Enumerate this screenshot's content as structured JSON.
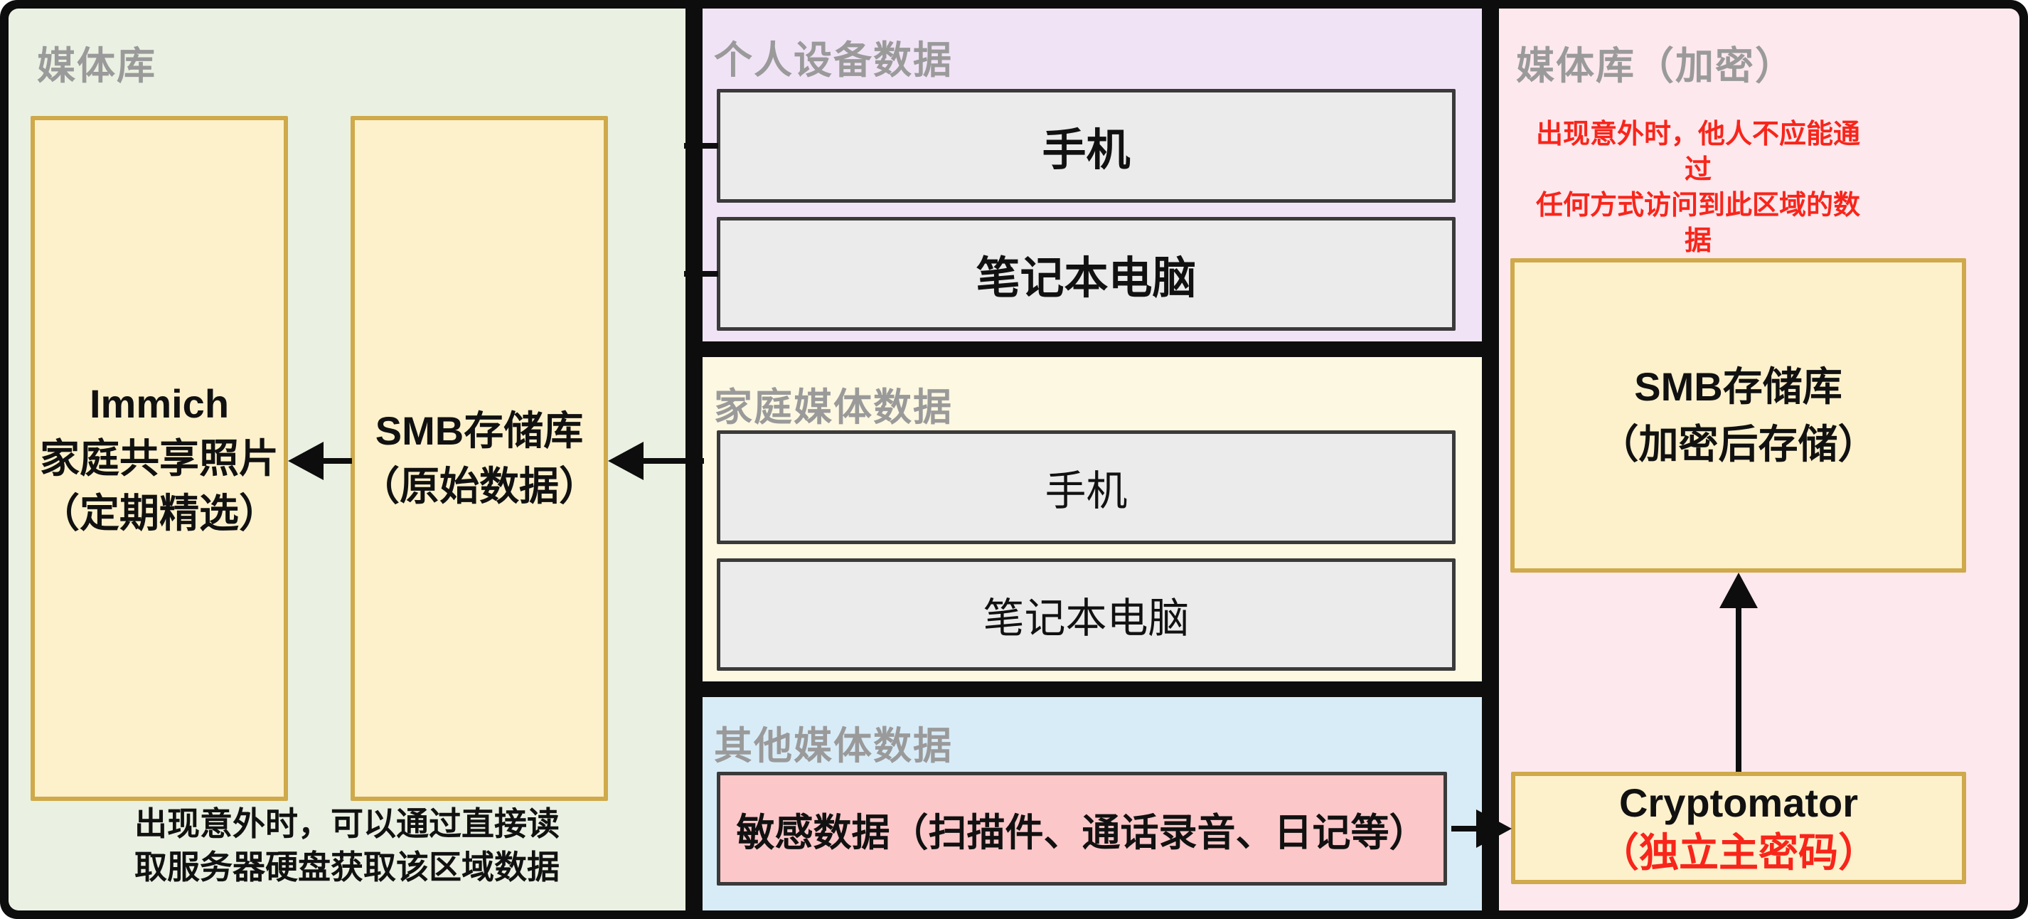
{
  "left_panel": {
    "title": "媒体库",
    "immich_box": {
      "line1": "Immich",
      "line2": "家庭共享照片",
      "line3": "（定期精选）"
    },
    "smb_box": {
      "line1": "SMB存储库",
      "line2": "（原始数据）"
    },
    "note": [
      "出现意外时，可以通过直接读",
      "取服务器硬盘获取该区域数据"
    ]
  },
  "personal_panel": {
    "title": "个人设备数据",
    "devices": [
      "手机",
      "笔记本电脑"
    ]
  },
  "family_panel": {
    "title": "家庭媒体数据",
    "devices": [
      "手机",
      "笔记本电脑"
    ]
  },
  "other_panel": {
    "title": "其他媒体数据",
    "sensitive_label": "敏感数据（扫描件、通话录音、日记等）"
  },
  "encrypted_panel": {
    "title": "媒体库（加密）",
    "note": [
      "出现意外时，他人不应能通过",
      "任何方式访问到此区域的数据"
    ],
    "smb_box": {
      "line1": "SMB存储库",
      "line2": "（加密后存储）"
    },
    "crypto_box": {
      "line1": "Cryptomator",
      "line2": "（独立主密码）"
    }
  },
  "colors": {
    "border": "#0d0d0d",
    "left_panel_bg": "#eaf1e2",
    "personal_panel_bg": "#f1e3f6",
    "family_panel_bg": "#fdf8e2",
    "other_panel_bg": "#d8ecf8",
    "encrypted_panel_bg": "#fde8ee",
    "storage_box_bg": "#fdf1cc",
    "storage_box_border": "#cfa94a",
    "device_box_bg": "#ebebeb",
    "device_box_border": "#3a3a3a",
    "sensitive_box_bg": "#fcc7c9",
    "title_gray": "#9a9a9a",
    "warning_red": "#f8251a"
  }
}
